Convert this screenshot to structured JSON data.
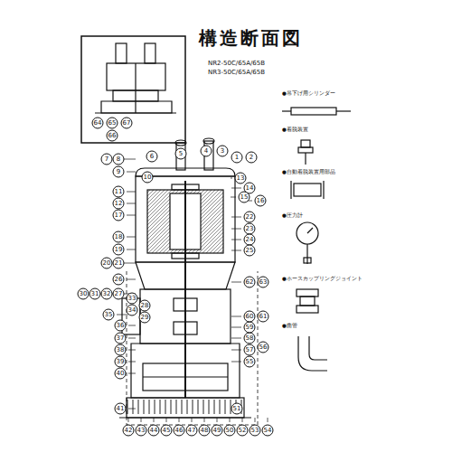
{
  "diagram": {
    "title": "構造断面図",
    "labels": [
      "NR2-50C/65A/65B",
      "NR3-50C/65A/65B",
      "●吊下げ用シリンダー",
      "●着脱装置",
      "●自動着脱装置用部品",
      "●圧力計",
      "●ホースカップリングジョイント",
      "●曲管",
      "1",
      "2",
      "3",
      "4",
      "5",
      "6",
      "7",
      "8",
      "9",
      "10",
      "11",
      "12",
      "13",
      "14",
      "15",
      "16",
      "17",
      "18",
      "19",
      "20",
      "21",
      "22",
      "23",
      "24",
      "25",
      "26",
      "27",
      "28",
      "29",
      "30",
      "31",
      "32",
      "33",
      "34",
      "35",
      "36",
      "37",
      "38",
      "39",
      "40",
      "41",
      "42",
      "43",
      "44",
      "45",
      "46",
      "47",
      "48",
      "49",
      "50",
      "51",
      "52",
      "53",
      "54",
      "55",
      "56",
      "57",
      "58",
      "59",
      "60",
      "61",
      "62",
      "63",
      "64",
      "65",
      "66",
      "67"
    ]
  }
}
